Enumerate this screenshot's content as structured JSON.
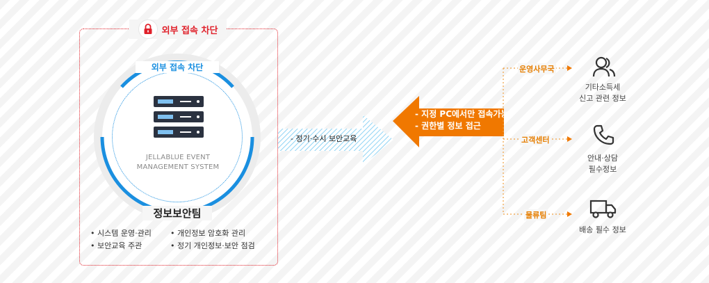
{
  "secure_zone": {
    "title": "외부 접속 차단"
  },
  "system": {
    "ring_title": "외부 접속 차단",
    "name_line1": "JELLABLUE EVENT",
    "name_line2": "MANAGEMENT SYSTEM"
  },
  "team": {
    "name": "정보보안팀",
    "duties_left": [
      "시스템 운영·관리",
      "보안교육 주관"
    ],
    "duties_right": [
      "개인정보 암호화 관리",
      "정기 개인정보·보안 점검"
    ]
  },
  "education_arrow": {
    "label": "- 정기·수시 보안교육"
  },
  "access_arrow": {
    "line1": "- 지정 PC에서만 접속가능",
    "line2": "- 권한별 정보 접근"
  },
  "departments": [
    {
      "label": "운영사무국",
      "icon": "users-icon",
      "desc1": "기타소득세",
      "desc2": "신고 관련 정보"
    },
    {
      "label": "고객센터",
      "icon": "phone-icon",
      "desc1": "안내·상담",
      "desc2": "필수정보"
    },
    {
      "label": "물류팀",
      "icon": "truck-icon",
      "desc1": "배송 필수 정보",
      "desc2": ""
    }
  ],
  "colors": {
    "red": "#e0202a",
    "blue": "#1a8fe0",
    "orange": "#f07800"
  }
}
